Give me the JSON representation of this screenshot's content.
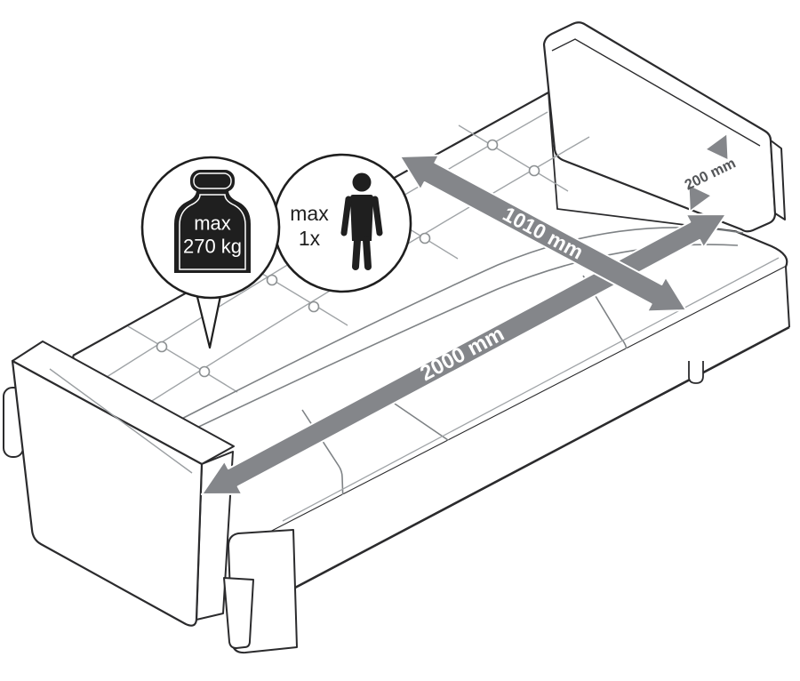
{
  "dimensions": {
    "length": {
      "label": "2000 mm"
    },
    "width": {
      "label": "1010 mm"
    },
    "backrest_height": {
      "label": "200 mm"
    }
  },
  "badges": {
    "max_weight": {
      "line1": "max",
      "line2": "270 kg",
      "icon": "weight-icon"
    },
    "max_persons": {
      "line1": "max",
      "line2": "1x",
      "icon": "person-icon"
    }
  },
  "colors": {
    "background": "#ffffff",
    "line_ink": "#2b2b2d",
    "arrow_gray": "#84868a",
    "tuft_line_gray": "#a0a4a7",
    "badge_ink": "#1f1f1f",
    "height_label_ink": "#55575a"
  }
}
